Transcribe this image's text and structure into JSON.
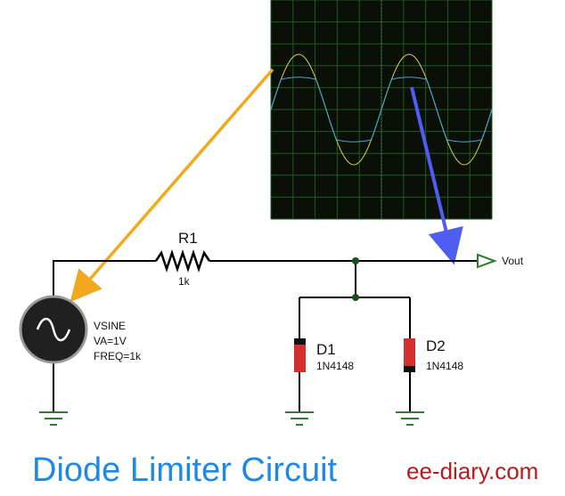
{
  "title": "Diode Limiter Circuit",
  "site": "ee-diary.com",
  "components": {
    "r1": {
      "name": "R1",
      "value": "1k"
    },
    "source": {
      "name": "VSINE",
      "amplitude": "VA=1V",
      "frequency": "FREQ=1k"
    },
    "d1": {
      "name": "D1",
      "part": "1N4148"
    },
    "d2": {
      "name": "D2",
      "part": "1N4148"
    },
    "output": {
      "label": "Vout"
    }
  },
  "colors": {
    "title": "#1e88e5",
    "site": "#b71c1c",
    "scope_bg": "#0a0f08",
    "scope_grid": "#1f5a1f",
    "input_trace": "#d4d44a",
    "output_trace": "#3aa9e0",
    "arrow_input": "#f2a81d",
    "arrow_output": "#4f5df0",
    "diode_body": "#d32f2f"
  }
}
